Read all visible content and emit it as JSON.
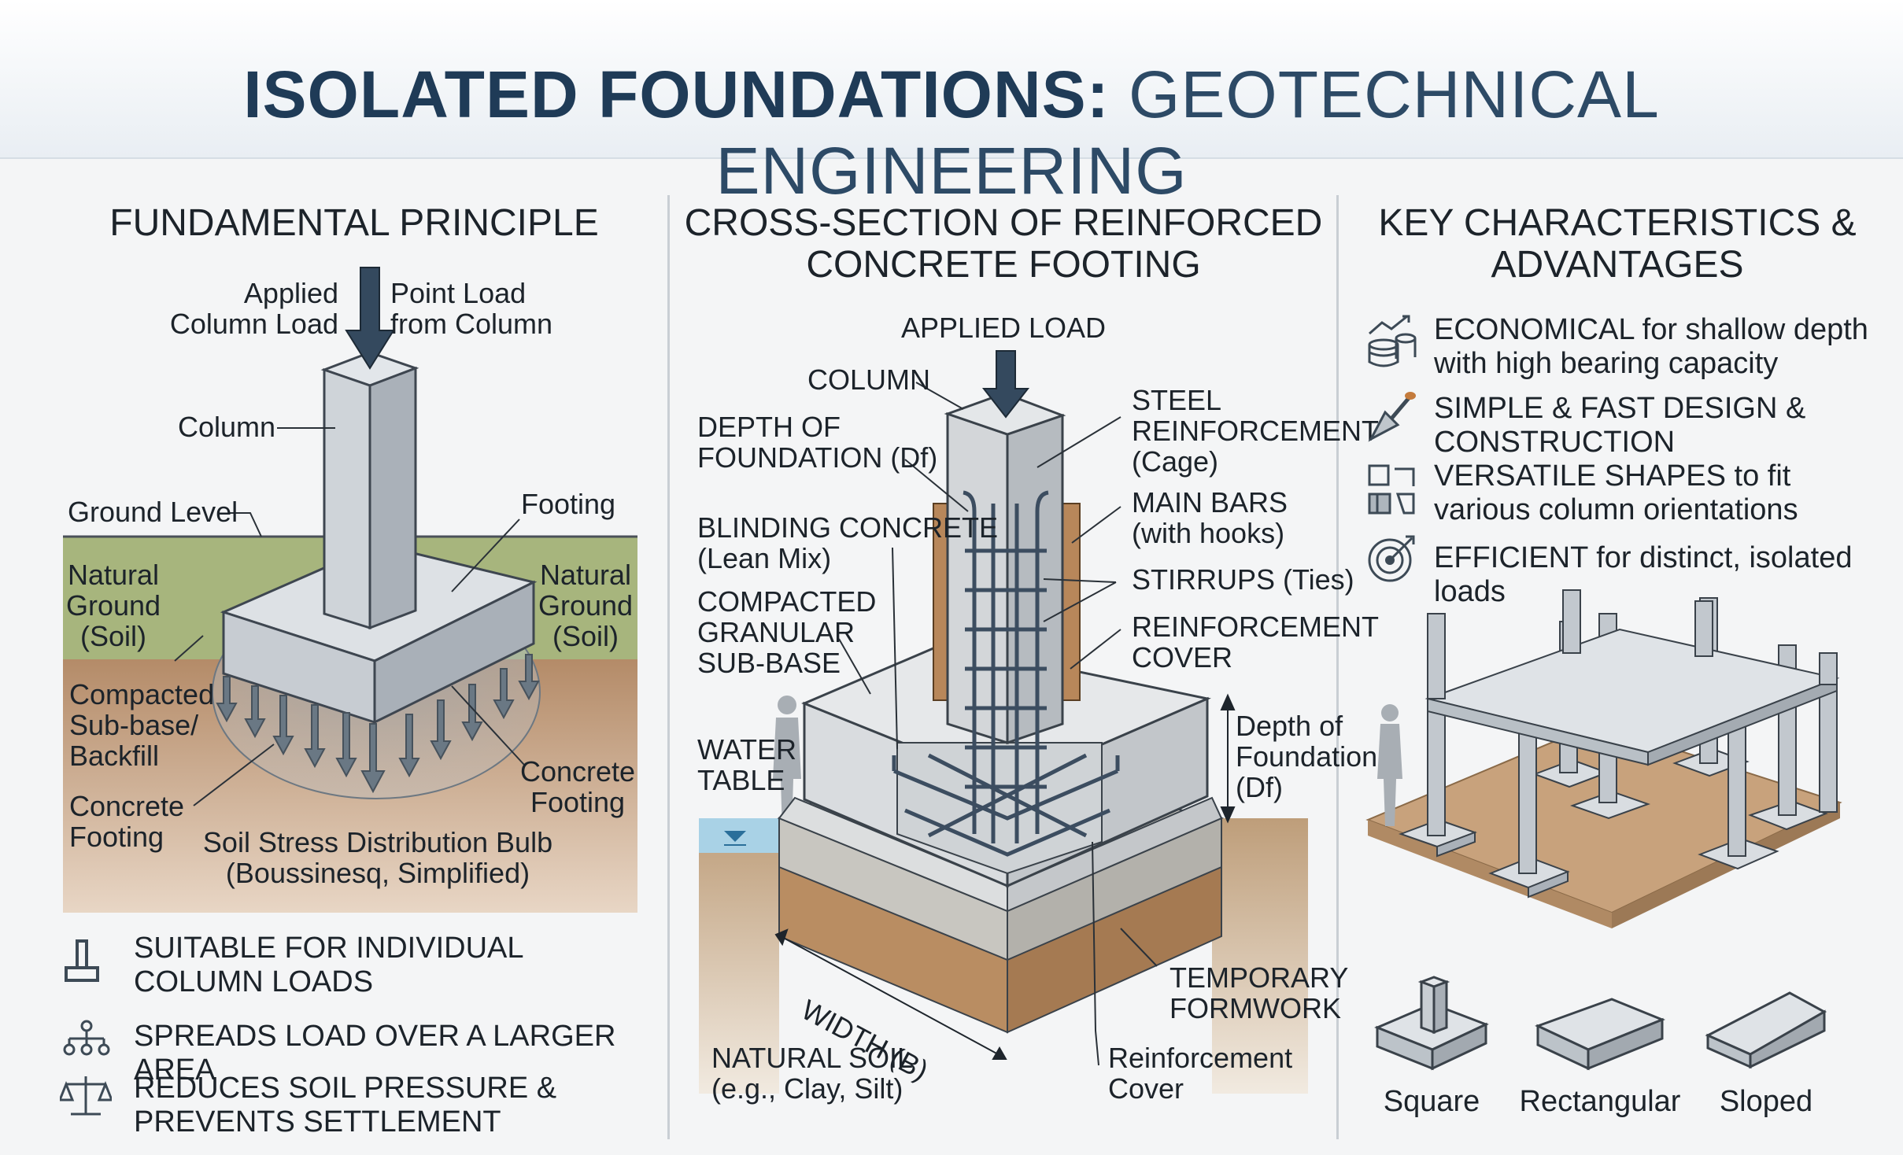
{
  "title": {
    "bold": "ISOLATED FOUNDATIONS:",
    "rest": " GEOTECHNICAL ENGINEERING"
  },
  "panel1": {
    "heading": "FUNDAMENTAL PRINCIPLE",
    "labels": {
      "applied": "Applied\nColumn Load",
      "point": "Point Load\nfrom Column",
      "column": "Column",
      "ground_level": "Ground Level",
      "footing": "Footing",
      "natural_left": "Natural\nGround\n(Soil)",
      "natural_right": "Natural\nGround\n(Soil)",
      "compacted": "Compacted\nSub-base/\nBackfill",
      "concrete_right": "Concrete\nFooting",
      "concrete_left": "Concrete\nFooting",
      "bulb1": "Soil Stress Distribution Bulb",
      "bulb2": "(Boussinesq, Simplified)"
    },
    "features": [
      "SUITABLE FOR INDIVIDUAL COLUMN LOADS",
      "SPREADS LOAD OVER A LARGER AREA",
      "REDUCES SOIL PRESSURE & PREVENTS SETTLEMENT"
    ]
  },
  "panel2": {
    "heading": "CROSS-SECTION OF REINFORCED\nCONCRETE FOOTING",
    "labels": {
      "applied": "APPLIED LOAD",
      "column": "COLUMN",
      "depth": "DEPTH OF\nFOUNDATION (Df)",
      "blinding": "BLINDING CONCRETE\n(Lean Mix)",
      "compacted": "COMPACTED\nGRANULAR\nSUB-BASE",
      "water": "WATER\nTABLE",
      "steel": "STEEL\nREINFORCEMENT\n(Cage)",
      "main_bars": "MAIN BARS\n(with hooks)",
      "stirrups": "STIRRUPS (Ties)",
      "cover_upper": "REINFORCEMENT\nCOVER",
      "depth_right": "Depth of\nFoundation\n(Df)",
      "width": "WIDTH (B)",
      "formwork": "TEMPORARY\nFORMWORK",
      "soil": "NATURAL SOIL\n(e.g., Clay, Silt)",
      "cover_lower": "Reinforcement\nCover"
    }
  },
  "panel3": {
    "heading": "KEY CHARACTERISTICS &\nADVANTAGES",
    "items": [
      {
        "bold": "ECONOMICAL",
        "rest": " for shallow depth with high bearing capacity",
        "icon": "coins-chart-icon"
      },
      {
        "bold": "SIMPLE & FAST DESIGN & CONSTRUCTION",
        "rest": "",
        "icon": "trowel-icon"
      },
      {
        "bold": "VERSATILE SHAPES",
        "rest": " to fit various column orientations",
        "icon": "shapes-icon"
      },
      {
        "bold": "EFFICIENT",
        "rest": " for distinct, isolated loads",
        "icon": "target-icon"
      }
    ],
    "shapes": [
      "Square",
      "Rectangular",
      "Sloped"
    ]
  }
}
